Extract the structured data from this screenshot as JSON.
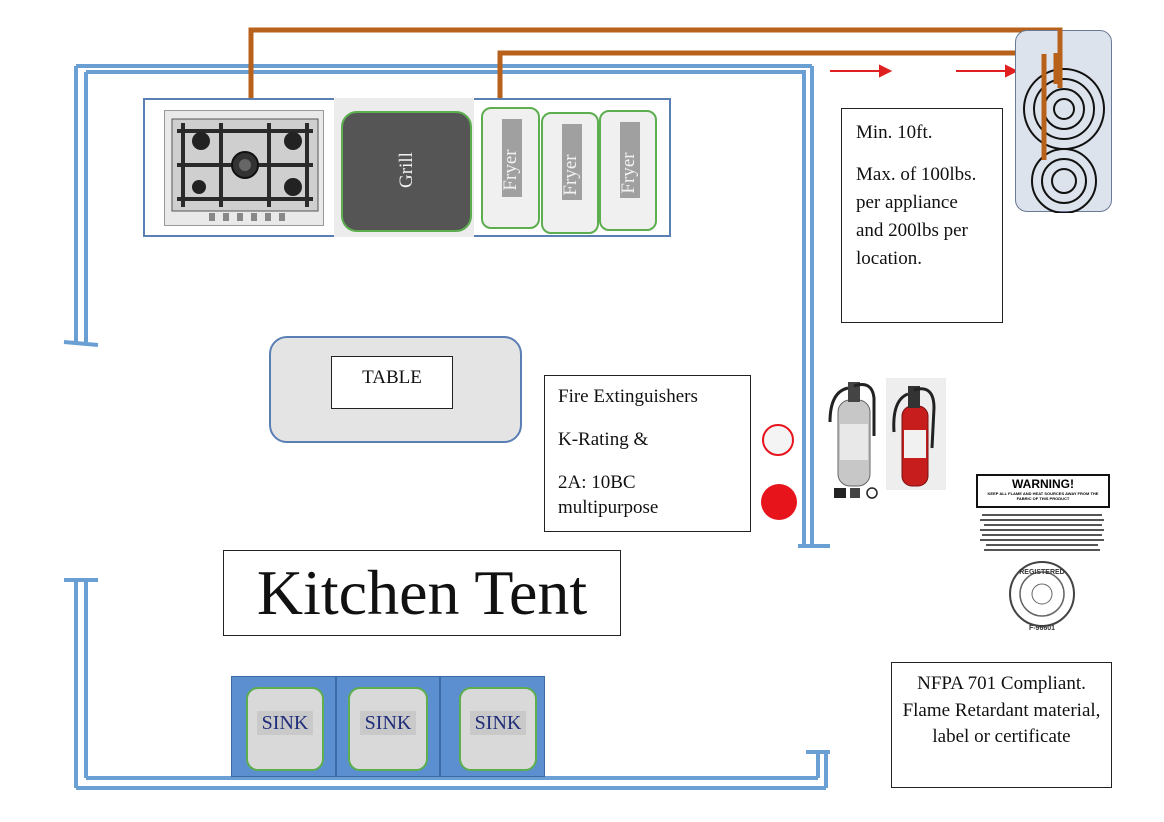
{
  "title": "Kitchen Tent",
  "appliances": {
    "grill_label": "Grill",
    "fryer_labels": [
      "Fryer",
      "Fryer",
      "Fryer"
    ]
  },
  "table_label": "TABLE",
  "propane_note": {
    "line1": "Min. 10ft.",
    "line2": "Max. of 100lbs. per appliance and 200lbs per location."
  },
  "extinguisher_note": {
    "line1": "Fire Extinguishers",
    "line2": "K-Rating &",
    "line3": "2A: 10BC multipurpose"
  },
  "warning_label": {
    "heading": "WARNING!",
    "subheading": "KEEP ALL FLAME AND HEAT SOURCES AWAY FROM THE FABRIC OF THIS PRODUCT",
    "seal_text": "REGISTERED",
    "seal_number": "F-96601"
  },
  "nfpa_note": "NFPA 701 Compliant.  Flame Retardant material, label or certificate",
  "sinks": [
    "SINK",
    "SINK",
    "SINK"
  ],
  "colors": {
    "tent_wall": "#6a9fd4",
    "gas_line": "#b8611b",
    "arrow": "#e02020",
    "appliance_green": "#5cae4f",
    "grill_fill": "#555555",
    "marker_red": "#e8141c"
  }
}
